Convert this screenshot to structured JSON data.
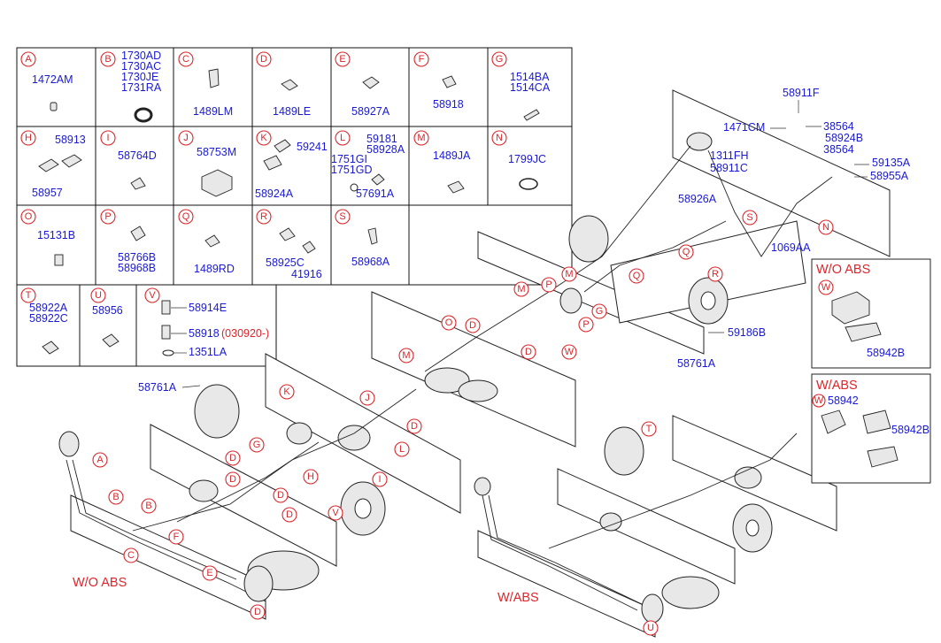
{
  "grid": {
    "row1": [
      {
        "letter": "A",
        "lines": [
          "1472AM"
        ]
      },
      {
        "letter": "B",
        "lines": [
          "1730AD",
          "1730AC",
          "1730JE",
          "1731RA"
        ]
      },
      {
        "letter": "C",
        "lines": [
          "1489LM"
        ]
      },
      {
        "letter": "D",
        "lines": [
          "1489LE"
        ]
      },
      {
        "letter": "E",
        "lines": [
          "58927A"
        ]
      },
      {
        "letter": "F",
        "lines": [
          "58918"
        ]
      },
      {
        "letter": "G",
        "lines": [
          "1514BA",
          "1514CA"
        ]
      }
    ],
    "row2": [
      {
        "letter": "H",
        "lines": [
          "58913",
          "58957"
        ]
      },
      {
        "letter": "I",
        "lines": [
          "58764D"
        ]
      },
      {
        "letter": "J",
        "lines": [
          "58753M"
        ]
      },
      {
        "letter": "K",
        "lines": [
          "59241",
          "58924A"
        ]
      },
      {
        "letter": "L",
        "lines": [
          "59181",
          "58928A",
          "1751GI",
          "1751GD",
          "57691A"
        ]
      },
      {
        "letter": "M",
        "lines": [
          "1489JA"
        ]
      },
      {
        "letter": "N",
        "lines": [
          "1799JC"
        ]
      }
    ],
    "row3": [
      {
        "letter": "O",
        "lines": [
          "15131B"
        ]
      },
      {
        "letter": "P",
        "lines": [
          "58766B",
          "58968B"
        ]
      },
      {
        "letter": "Q",
        "lines": [
          "1489RD"
        ]
      },
      {
        "letter": "R",
        "lines": [
          "58925C",
          "41916"
        ]
      },
      {
        "letter": "S",
        "lines": [
          "58968A"
        ]
      }
    ],
    "row4": [
      {
        "letter": "T",
        "lines": [
          "58922A",
          "58922C"
        ]
      },
      {
        "letter": "U",
        "lines": [
          "58956"
        ]
      },
      {
        "letter": "V",
        "lines": [
          "58914E",
          "58918",
          "1351LA"
        ],
        "suffix": "(030920-)"
      }
    ]
  },
  "frame_labels": {
    "p58911F": "58911F",
    "p1471CM": "1471CM",
    "p38564a": "38564",
    "p58924B": "58924B",
    "p38564b": "38564",
    "p1311FH": "1311FH",
    "p58911C": "58911C",
    "p59135A": "59135A",
    "p58955A": "58955A",
    "p58926A": "58926A",
    "p1069AA": "1069AA",
    "p59186B": "59186B",
    "p58761A_r": "58761A",
    "p58761A_l": "58761A"
  },
  "boxes": {
    "wo_abs": {
      "title": "W/O ABS",
      "letter": "W",
      "part": "58942B"
    },
    "w_abs": {
      "title": "W/ABS",
      "letter": "W",
      "part1": "58942",
      "part2": "58942B"
    }
  },
  "captions": {
    "wo_abs": "W/O ABS",
    "w_abs": "W/ABS"
  },
  "callouts": [
    "A",
    "B",
    "B",
    "C",
    "D",
    "D",
    "D",
    "D",
    "D",
    "D",
    "D",
    "E",
    "F",
    "G",
    "H",
    "I",
    "J",
    "K",
    "L",
    "M",
    "M",
    "M",
    "N",
    "O",
    "P",
    "P",
    "Q",
    "Q",
    "R",
    "S",
    "T",
    "U",
    "V",
    "W",
    "D",
    "G"
  ]
}
